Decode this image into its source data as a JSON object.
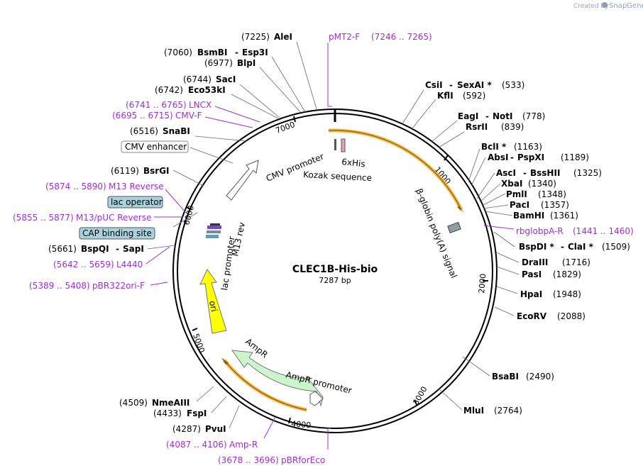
{
  "branding": {
    "created_by": "Created by",
    "product": "SnapGene"
  },
  "plasmid": {
    "name": "CLEC1B-His-bio",
    "length_label": "7287 bp"
  },
  "tick_labels": [
    "1000",
    "2000",
    "3000",
    "4000",
    "5000",
    "6000",
    "7000"
  ],
  "enzymes": {
    "alei": {
      "name": "AleI",
      "pos": "(7225)"
    },
    "bsmbi": {
      "name": "BsmBI",
      "pos": "(7060)",
      "partner": "Esp3I"
    },
    "blpi": {
      "name": "BlpI",
      "pos": "(6977)"
    },
    "saci": {
      "name": "SacI",
      "pos": "(6744)"
    },
    "eco53ki": {
      "name": "Eco53kI",
      "pos": "(6742)"
    },
    "snabi": {
      "name": "SnaBI",
      "pos": "(6516)"
    },
    "bsrgi": {
      "name": "BsrGI",
      "pos": "(6119)"
    },
    "bspqi": {
      "name": "BspQI",
      "pos": "(5661)",
      "partner": "SapI"
    },
    "nmeaiii": {
      "name": "NmeAIII",
      "pos": "(4509)"
    },
    "fspi": {
      "name": "FspI",
      "pos": "(4433)"
    },
    "pvui": {
      "name": "PvuI",
      "pos": "(4287)"
    },
    "csii": {
      "name": "CsiI",
      "partner": "SexAI *",
      "pos": "(533)"
    },
    "kfli": {
      "name": "KflI",
      "pos": "(592)"
    },
    "eagi": {
      "name": "EagI",
      "partner": "NotI",
      "pos": "(778)"
    },
    "rsrii": {
      "name": "RsrII",
      "pos": "(839)"
    },
    "bcli": {
      "name": "BclI *",
      "pos": "(1163)"
    },
    "absi": {
      "name": "AbsI",
      "partner": "PspXI",
      "pos": "(1189)"
    },
    "asci": {
      "name": "AscI",
      "partner": "BssHII",
      "pos": "(1325)"
    },
    "xbai": {
      "name": "XbaI",
      "pos": "(1340)"
    },
    "pmli": {
      "name": "PmlI",
      "pos": "(1348)"
    },
    "paci": {
      "name": "PacI",
      "pos": "(1357)"
    },
    "bamhi": {
      "name": "BamHI",
      "pos": "(1361)"
    },
    "bspdi": {
      "name": "BspDI *",
      "partner": "ClaI *",
      "pos": "(1509)"
    },
    "draiii": {
      "name": "DraIII",
      "pos": "(1716)"
    },
    "pasi": {
      "name": "PasI",
      "pos": "(1829)"
    },
    "hpai": {
      "name": "HpaI",
      "pos": "(1948)"
    },
    "ecorv": {
      "name": "EcoRV",
      "pos": "(2088)"
    },
    "bsabi": {
      "name": "BsaBI",
      "pos": "(2490)"
    },
    "mlui": {
      "name": "MluI",
      "pos": "(2764)"
    }
  },
  "primers": {
    "pmt2f": {
      "name": "pMT2-F",
      "range": "(7246 .. 7265)"
    },
    "lncx": {
      "name": "LNCX",
      "range": "(6741 .. 6765)"
    },
    "cmvf": {
      "name": "CMV-F",
      "range": "(6695 .. 6715)"
    },
    "m13rev": {
      "name": "M13 Reverse",
      "range": "(5874 .. 5890)"
    },
    "m13puc": {
      "name": "M13/pUC Reverse",
      "range": "(5855 .. 5877)"
    },
    "l4440": {
      "name": "L4440",
      "range": "(5642 .. 5659)"
    },
    "pbr322": {
      "name": "pBR322ori-F",
      "range": "(5389 .. 5408)"
    },
    "ampr": {
      "name": "Amp-R",
      "range": "(4087 .. 4106)"
    },
    "pbrforeco": {
      "name": "pBRforEco",
      "range": "(3678 .. 3696)"
    },
    "rbglob": {
      "name": "rbglobpA-R",
      "range": "(1441 .. 1460)"
    }
  },
  "features": {
    "cmv_enhancer": "CMV enhancer",
    "lac_operator": "lac operator",
    "cap_site": "CAP binding site",
    "cmv_promoter": "CMV promoter",
    "kozak": "Kozak sequence",
    "his6": "6xHis",
    "bglobin": "β-globin poly(A) signal",
    "lac_promoter": "lac promoter",
    "m13_rev": "M13 rev",
    "ori": "ori",
    "ampr": "AmpR",
    "ampr_promoter": "AmpR promoter"
  },
  "colors": {
    "primer": "#9b30c8",
    "ori": "#ffff00",
    "ampr": "#ccf5cc",
    "orf_highlight": "#f2b84b",
    "label_box": "#a7d3e0"
  }
}
